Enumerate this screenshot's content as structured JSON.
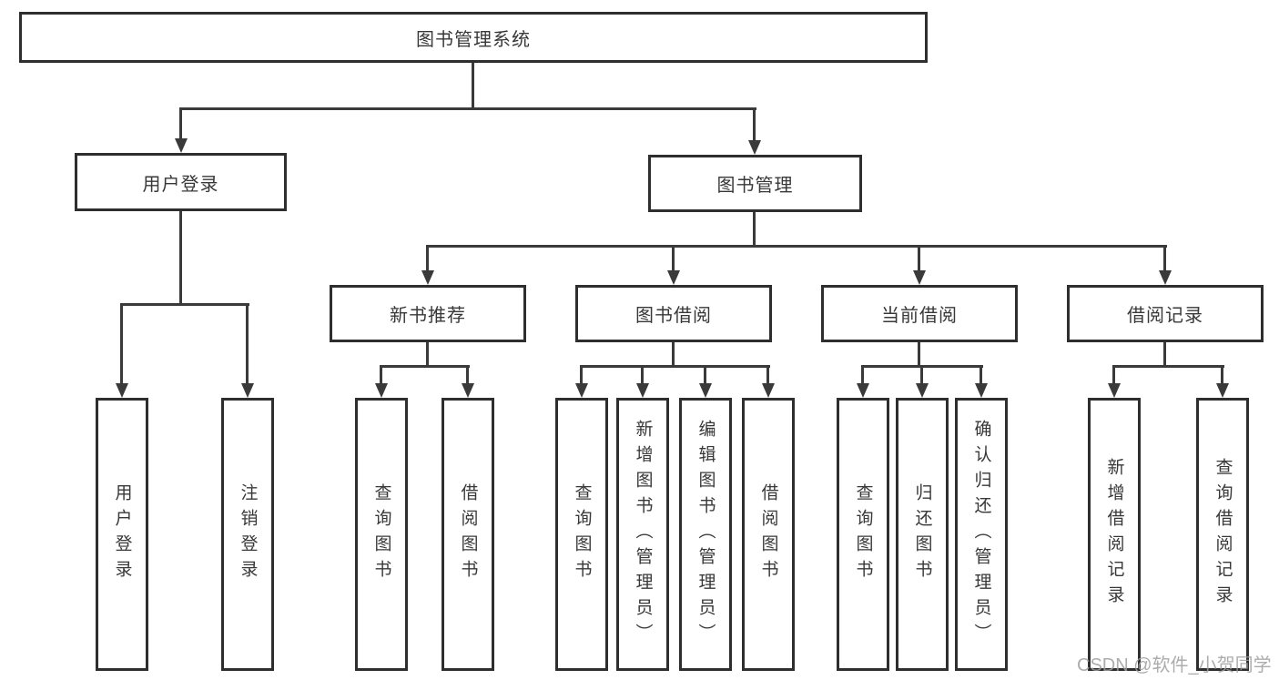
{
  "diagram": {
    "type": "hierarchy-tree",
    "tree": {
      "root": {
        "label": "图书管理系统"
      },
      "branches": [
        {
          "label": "用户登录",
          "leaves": [
            "用户登录",
            "注销登录"
          ]
        },
        {
          "label": "图书管理",
          "groups": [
            {
              "label": "新书推荐",
              "leaves": [
                "查询图书",
                "借阅图书"
              ]
            },
            {
              "label": "图书借阅",
              "leaves": [
                "查询图书",
                "新增图书（管理员）",
                "编辑图书（管理员）",
                "借阅图书"
              ]
            },
            {
              "label": "当前借阅",
              "leaves": [
                "查询图书",
                "归还图书",
                "确认归还（管理员）"
              ]
            },
            {
              "label": "借阅记录",
              "leaves": [
                "新增借阅记录",
                "查询借阅记录"
              ]
            }
          ]
        }
      ]
    }
  },
  "watermark": "CSDN @软件_小贺同学",
  "colors": {
    "background": "#ffffff",
    "box_border": "#2e2e2e",
    "line": "#3a3a3a",
    "text": "#383838",
    "watermark": "#9e9e9e"
  }
}
